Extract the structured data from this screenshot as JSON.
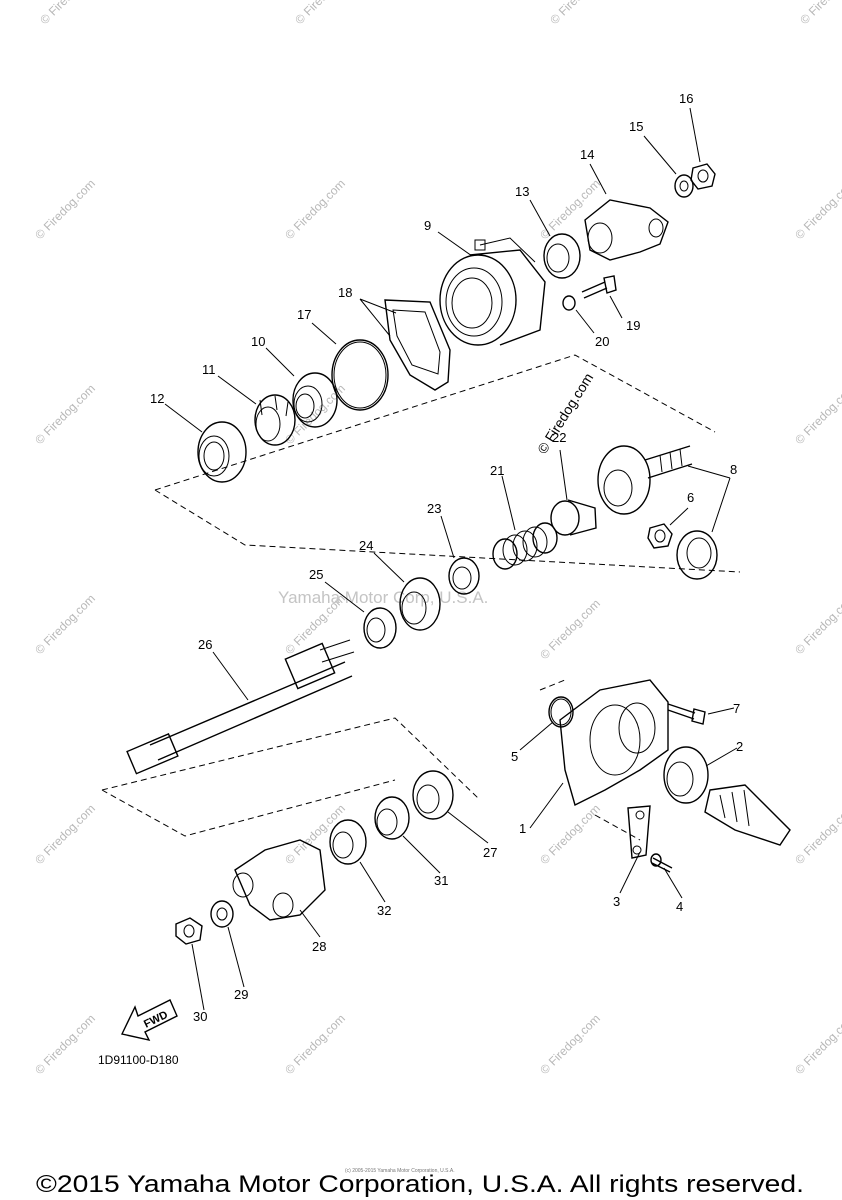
{
  "watermark": {
    "brand": "© Firedog.com",
    "slanted": "© Firedog.com",
    "ghost_credit": "Yamaha Motor Corp, U.S.A."
  },
  "callouts": [
    {
      "id": "1",
      "text": "1"
    },
    {
      "id": "2",
      "text": "2"
    },
    {
      "id": "3",
      "text": "3"
    },
    {
      "id": "4",
      "text": "4"
    },
    {
      "id": "5",
      "text": "5"
    },
    {
      "id": "6",
      "text": "6"
    },
    {
      "id": "7",
      "text": "7"
    },
    {
      "id": "8",
      "text": "8"
    },
    {
      "id": "9",
      "text": "9"
    },
    {
      "id": "10",
      "text": "10"
    },
    {
      "id": "11",
      "text": "11"
    },
    {
      "id": "12",
      "text": "12"
    },
    {
      "id": "13",
      "text": "13"
    },
    {
      "id": "14",
      "text": "14"
    },
    {
      "id": "15",
      "text": "15"
    },
    {
      "id": "16",
      "text": "16"
    },
    {
      "id": "17",
      "text": "17"
    },
    {
      "id": "18",
      "text": "18"
    },
    {
      "id": "19",
      "text": "19"
    },
    {
      "id": "20",
      "text": "20"
    },
    {
      "id": "21",
      "text": "21"
    },
    {
      "id": "22",
      "text": "22"
    },
    {
      "id": "23",
      "text": "23"
    },
    {
      "id": "24",
      "text": "24"
    },
    {
      "id": "25",
      "text": "25"
    },
    {
      "id": "26",
      "text": "26"
    },
    {
      "id": "27",
      "text": "27"
    },
    {
      "id": "28",
      "text": "28"
    },
    {
      "id": "29",
      "text": "29"
    },
    {
      "id": "30",
      "text": "30"
    },
    {
      "id": "31",
      "text": "31"
    },
    {
      "id": "32",
      "text": "32"
    }
  ],
  "fwd_label": "FWD",
  "diagram_code": "1D91100-D180",
  "fine_print": "(c) 2005-2015 Yamaha Motor Corporation, U.S.A.",
  "copyright": "©2015 Yamaha Motor Corporation, U.S.A. All rights reserved."
}
